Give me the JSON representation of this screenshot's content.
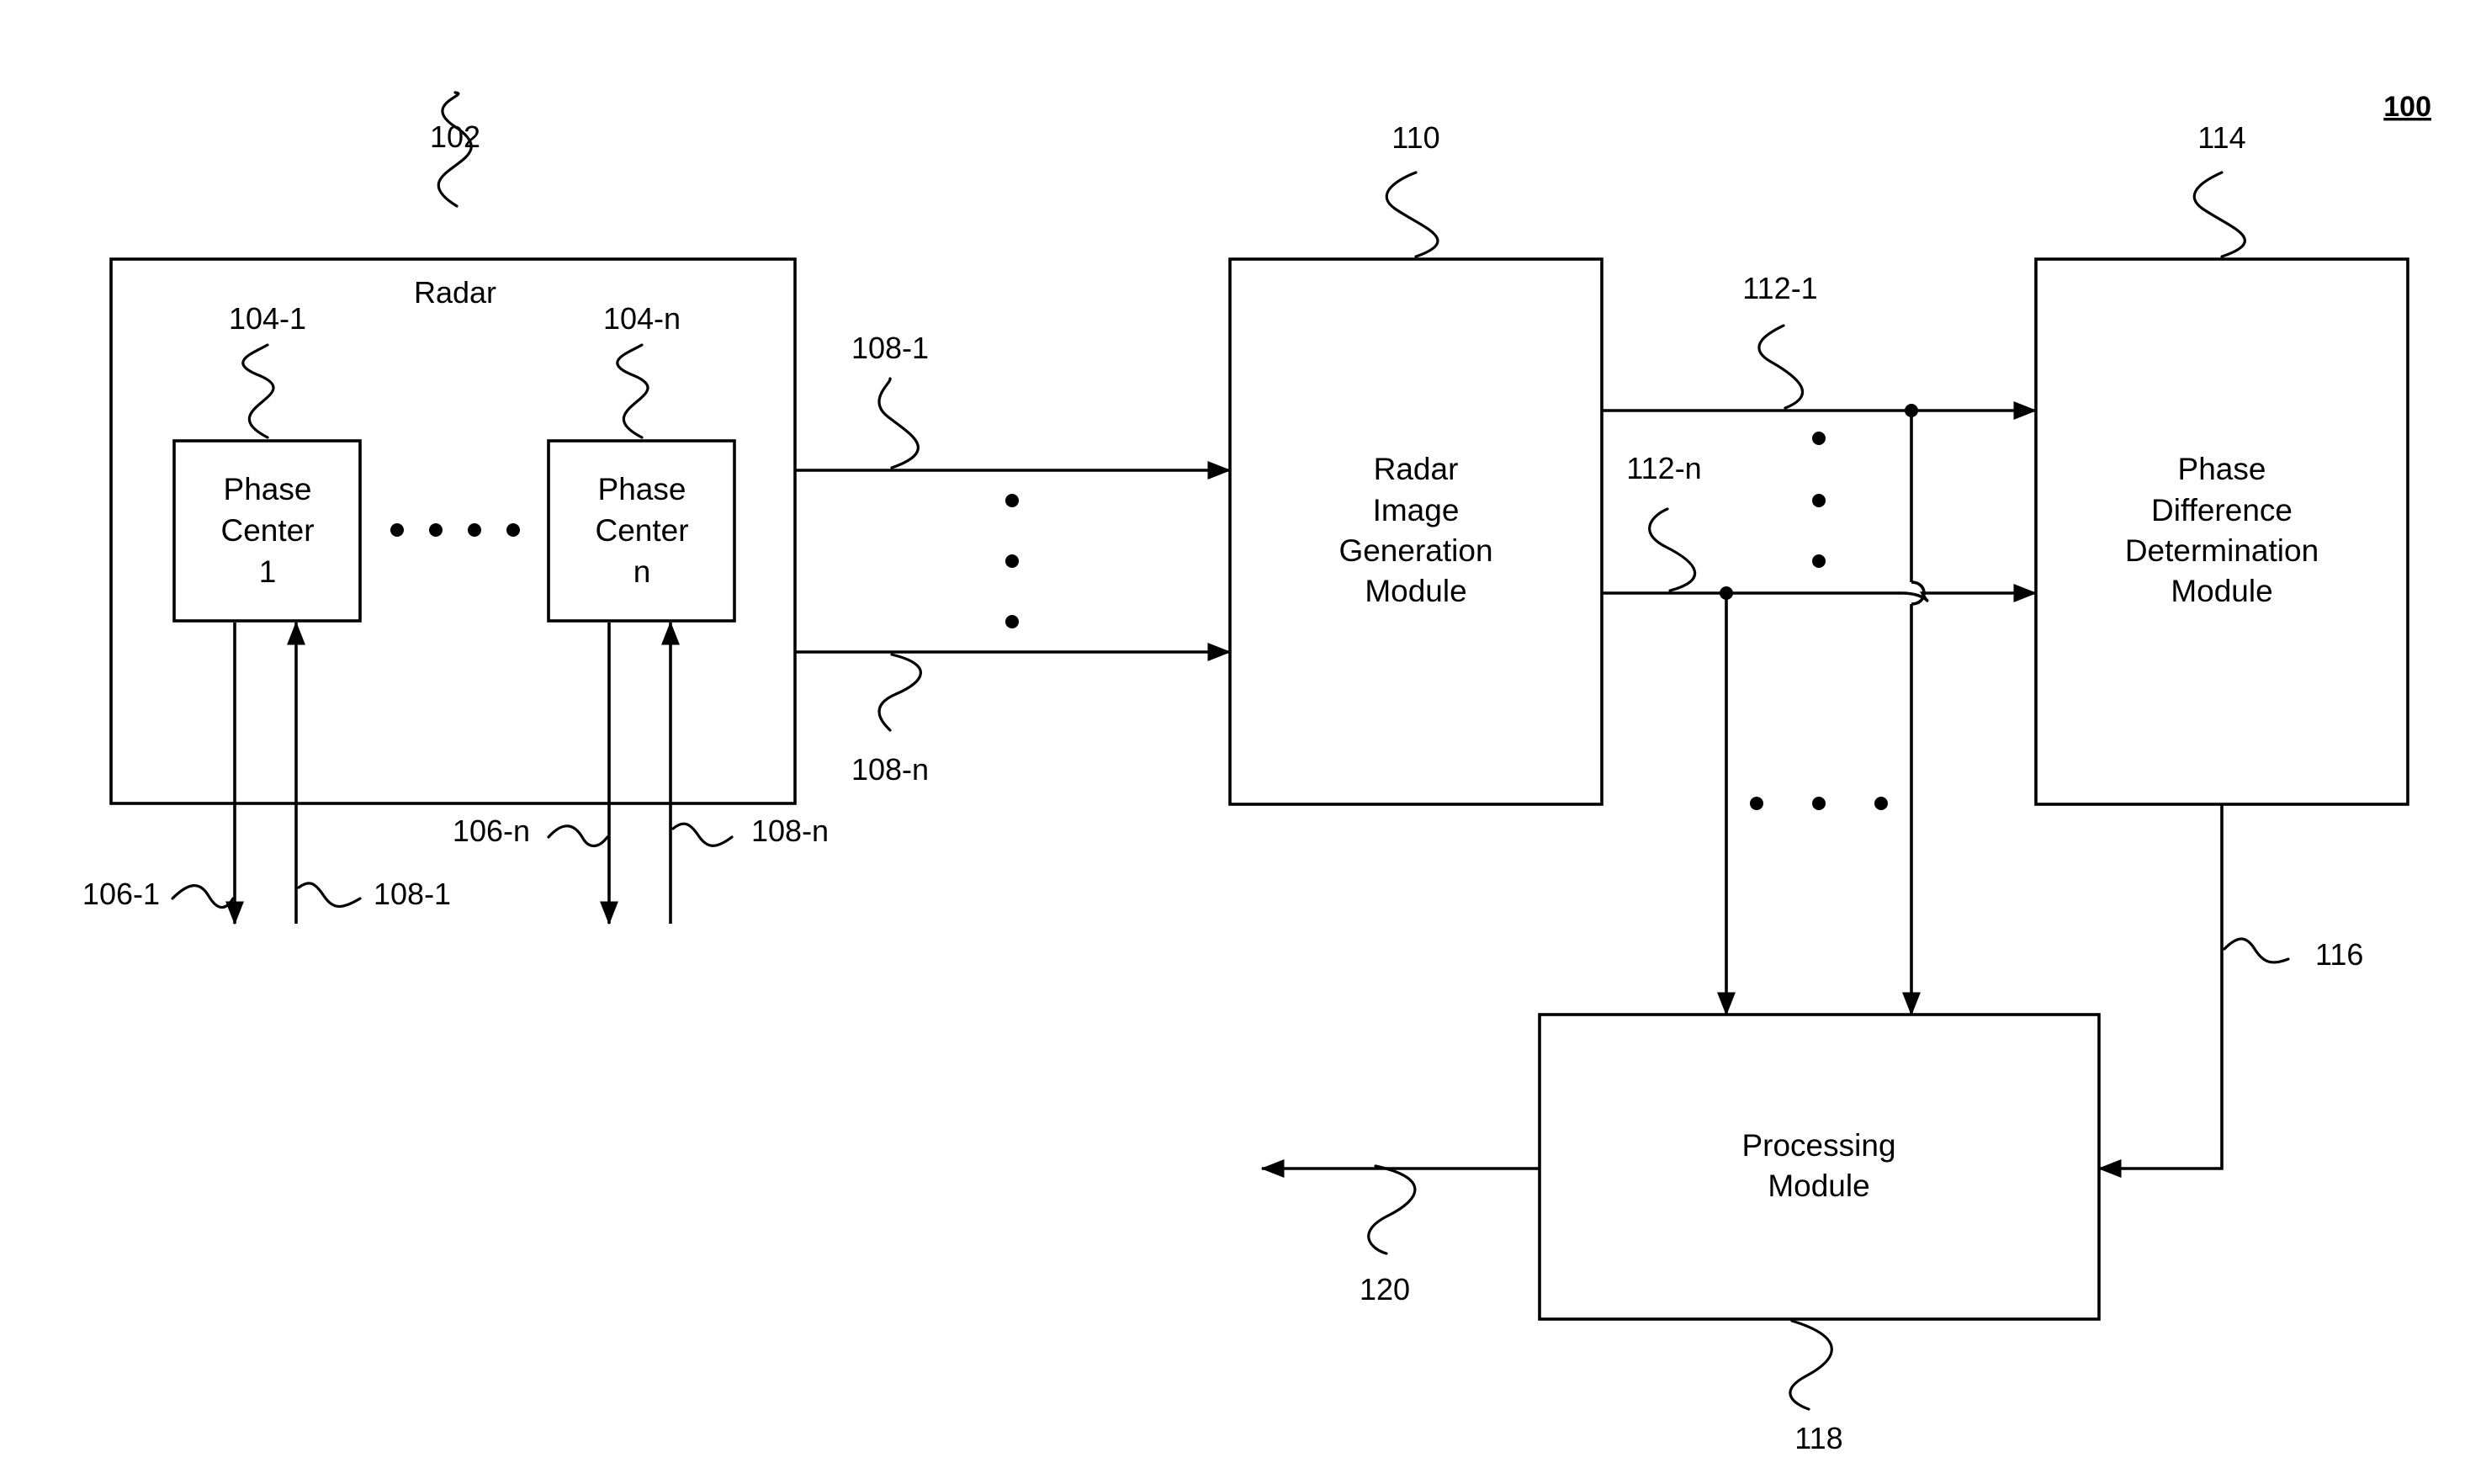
{
  "figure": {
    "number": "100"
  },
  "radar": {
    "ref": "102",
    "label": "Radar"
  },
  "phase_center_1": {
    "ref": "104-1",
    "lines": [
      "Phase",
      "Center",
      "1"
    ]
  },
  "phase_center_n": {
    "ref": "104-n",
    "lines": [
      "Phase",
      "Center",
      "n"
    ]
  },
  "rig_module": {
    "ref": "110",
    "lines": [
      "Radar",
      "Image",
      "Generation",
      "Module"
    ]
  },
  "pdd_module": {
    "ref": "114",
    "lines": [
      "Phase",
      "Difference",
      "Determination",
      "Module"
    ]
  },
  "processing_module": {
    "ref": "118",
    "lines": [
      "Processing",
      "Module"
    ]
  },
  "signals": {
    "s106_1": "106-1",
    "s108_1_in": "108-1",
    "s106_n": "106-n",
    "s108_n_in": "108-n",
    "s108_1_out": "108-1",
    "s108_n_out": "108-n",
    "s112_1": "112-1",
    "s112_n": "112-n",
    "s116": "116",
    "s120": "120"
  }
}
